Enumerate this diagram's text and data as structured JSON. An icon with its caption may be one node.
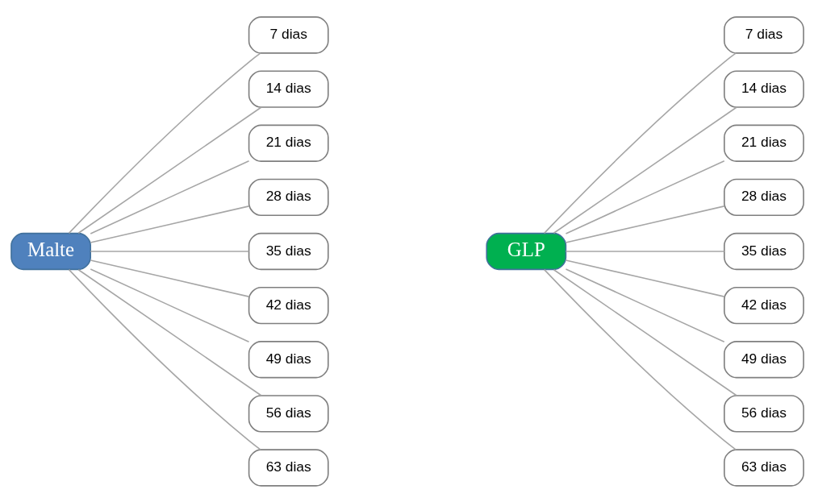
{
  "diagram": {
    "nodes": [
      {
        "text": [
          "Malte"
        ]
      },
      {
        "text": [
          "7 dias"
        ]
      },
      {
        "text": [
          "14 dias"
        ]
      },
      {
        "text": [
          "21 dias"
        ]
      },
      {
        "text": [
          "28 dias"
        ]
      },
      {
        "text": [
          "35 dias"
        ]
      },
      {
        "text": [
          "42 dias"
        ]
      },
      {
        "text": [
          "49 dias"
        ]
      },
      {
        "text": [
          "56 dias"
        ]
      },
      {
        "text": [
          "63 dias"
        ]
      },
      {
        "text": [
          "GLP"
        ]
      },
      {
        "text": [
          "7 dias"
        ]
      },
      {
        "text": [
          "14 dias"
        ]
      },
      {
        "text": [
          "21 dias"
        ]
      },
      {
        "text": [
          "28 dias"
        ]
      },
      {
        "text": [
          "35 dias"
        ]
      },
      {
        "text": [
          "42 dias"
        ]
      },
      {
        "text": [
          "49 dias"
        ]
      },
      {
        "text": [
          "56 dias"
        ]
      },
      {
        "text": [
          "63 dias"
        ]
      }
    ],
    "edges": [
      {
        "from": 0,
        "to": 1,
        "arrow": "none"
      },
      {
        "from": 0,
        "to": 2,
        "arrow": "none"
      },
      {
        "from": 0,
        "to": 3,
        "arrow": "none"
      },
      {
        "from": 0,
        "to": 4,
        "arrow": "none"
      },
      {
        "from": 0,
        "to": 5,
        "arrow": "none"
      },
      {
        "from": 0,
        "to": 6,
        "arrow": "none"
      },
      {
        "from": 0,
        "to": 7,
        "arrow": "none"
      },
      {
        "from": 0,
        "to": 8,
        "arrow": "none"
      },
      {
        "from": 0,
        "to": 9,
        "arrow": "none"
      },
      {
        "from": 10,
        "to": 11,
        "arrow": "none"
      },
      {
        "from": 10,
        "to": 12,
        "arrow": "none"
      },
      {
        "from": 10,
        "to": 13,
        "arrow": "none"
      },
      {
        "from": 10,
        "to": 14,
        "arrow": "none"
      },
      {
        "from": 10,
        "to": 15,
        "arrow": "none"
      },
      {
        "from": 10,
        "to": 16,
        "arrow": "none"
      },
      {
        "from": 10,
        "to": 17,
        "arrow": "none"
      },
      {
        "from": 10,
        "to": 18,
        "arrow": "none"
      },
      {
        "from": 10,
        "to": 19,
        "arrow": "none"
      }
    ]
  }
}
